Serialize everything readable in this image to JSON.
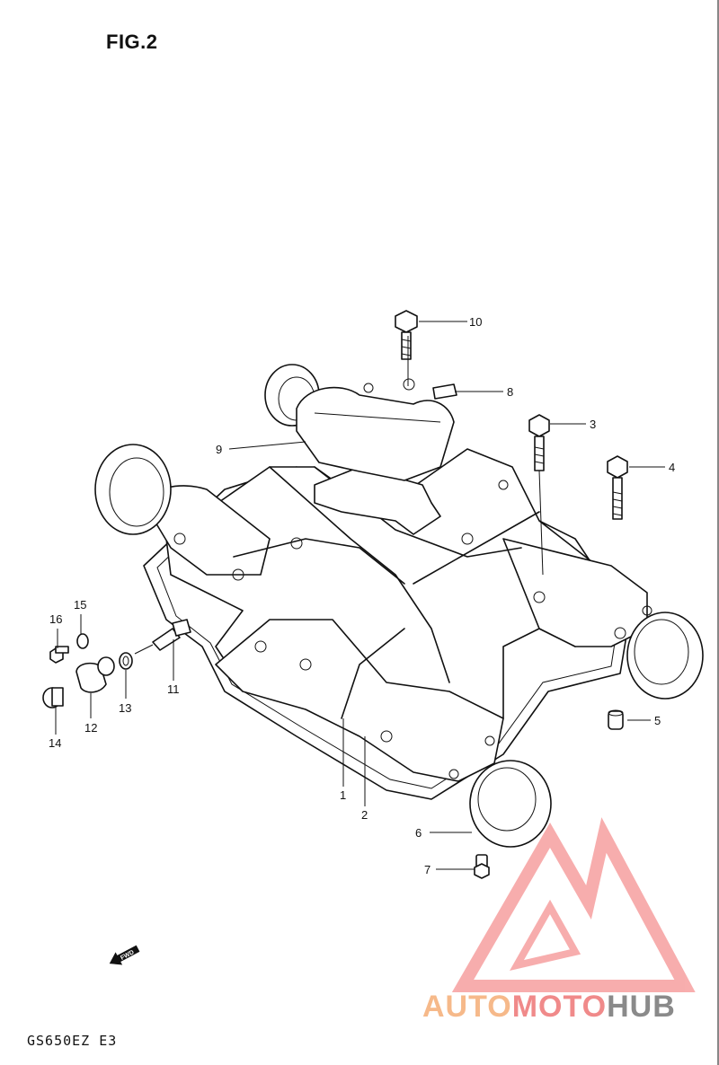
{
  "figure": {
    "title": "FIG.2",
    "model_code": "GS650EZ  E3"
  },
  "fwd_label": "FWD",
  "parts": [
    {
      "number": "1"
    },
    {
      "number": "2"
    },
    {
      "number": "3"
    },
    {
      "number": "4"
    },
    {
      "number": "5"
    },
    {
      "number": "6"
    },
    {
      "number": "7"
    },
    {
      "number": "8"
    },
    {
      "number": "9"
    },
    {
      "number": "10"
    },
    {
      "number": "11"
    },
    {
      "number": "12"
    },
    {
      "number": "13"
    },
    {
      "number": "14"
    },
    {
      "number": "15"
    },
    {
      "number": "16"
    }
  ],
  "watermark": {
    "part1": "AUTO",
    "part2": "MOTO",
    "part3": "HUB",
    "colors": {
      "auto": "#f6b98a",
      "moto": "#f08a8a",
      "hub": "#8a8a8a",
      "logo": "#f26b6b"
    }
  }
}
